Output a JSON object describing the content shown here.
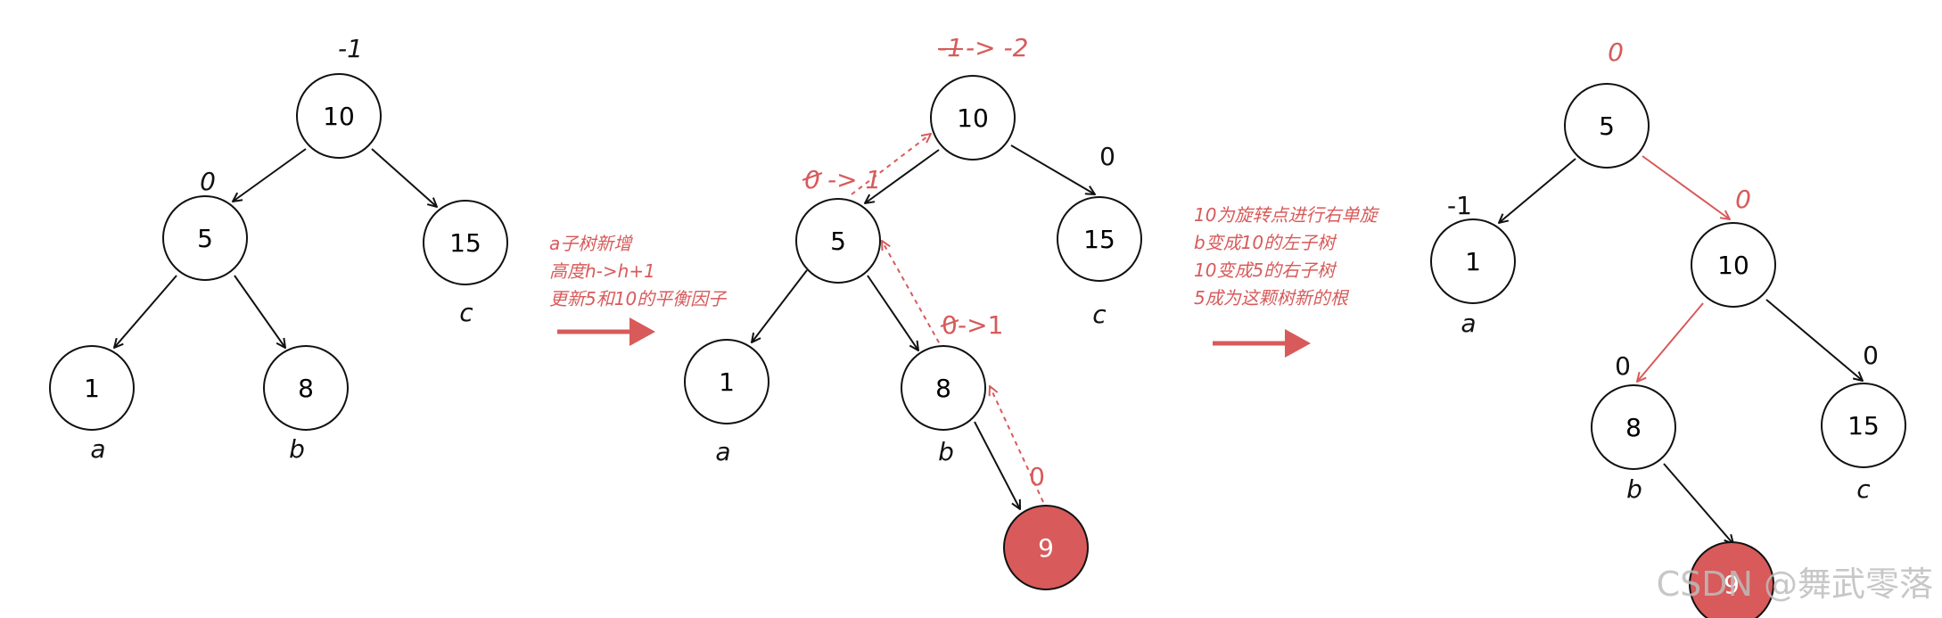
{
  "colors": {
    "accent": "#d85a5a",
    "stroke": "#111111",
    "watermark": "#bdbdbd"
  },
  "panel1": {
    "nodes": {
      "n10": "10",
      "n5": "5",
      "n15": "15",
      "n1": "1",
      "n8": "8"
    },
    "bf": {
      "root": "-1",
      "n5": "0"
    },
    "labels": {
      "a": "a",
      "b": "b",
      "c": "c"
    }
  },
  "step1": {
    "note": [
      "a子树新增",
      "高度h->h+1",
      "更新5和10的平衡因子"
    ]
  },
  "panel2": {
    "nodes": {
      "n10": "10",
      "n5": "5",
      "n15": "15",
      "n1": "1",
      "n8": "8",
      "n9": "9"
    },
    "bf": {
      "root_old": "-1",
      "root_new": "-> -2",
      "n5_old": "0",
      "n5_new": "-> 1",
      "n8_old": "0",
      "n8_new": "->1",
      "n9": "0",
      "n15": "0"
    },
    "labels": {
      "a": "a",
      "b": "b",
      "c": "c"
    }
  },
  "step2": {
    "note": [
      "10为旋转点进行右单旋",
      "b变成10的左子树",
      "10变成5的右子树",
      "5成为这颗树新的根"
    ]
  },
  "panel3": {
    "nodes": {
      "n5": "5",
      "n1": "1",
      "n10": "10",
      "n8": "8",
      "n15": "15",
      "n9": "9"
    },
    "bf": {
      "root": "0",
      "n1": "-1",
      "n10": "0",
      "n8": "0",
      "n15": "0"
    },
    "labels": {
      "a": "a",
      "b": "b",
      "c": "c"
    }
  },
  "watermark": "CSDN @舞武零落"
}
